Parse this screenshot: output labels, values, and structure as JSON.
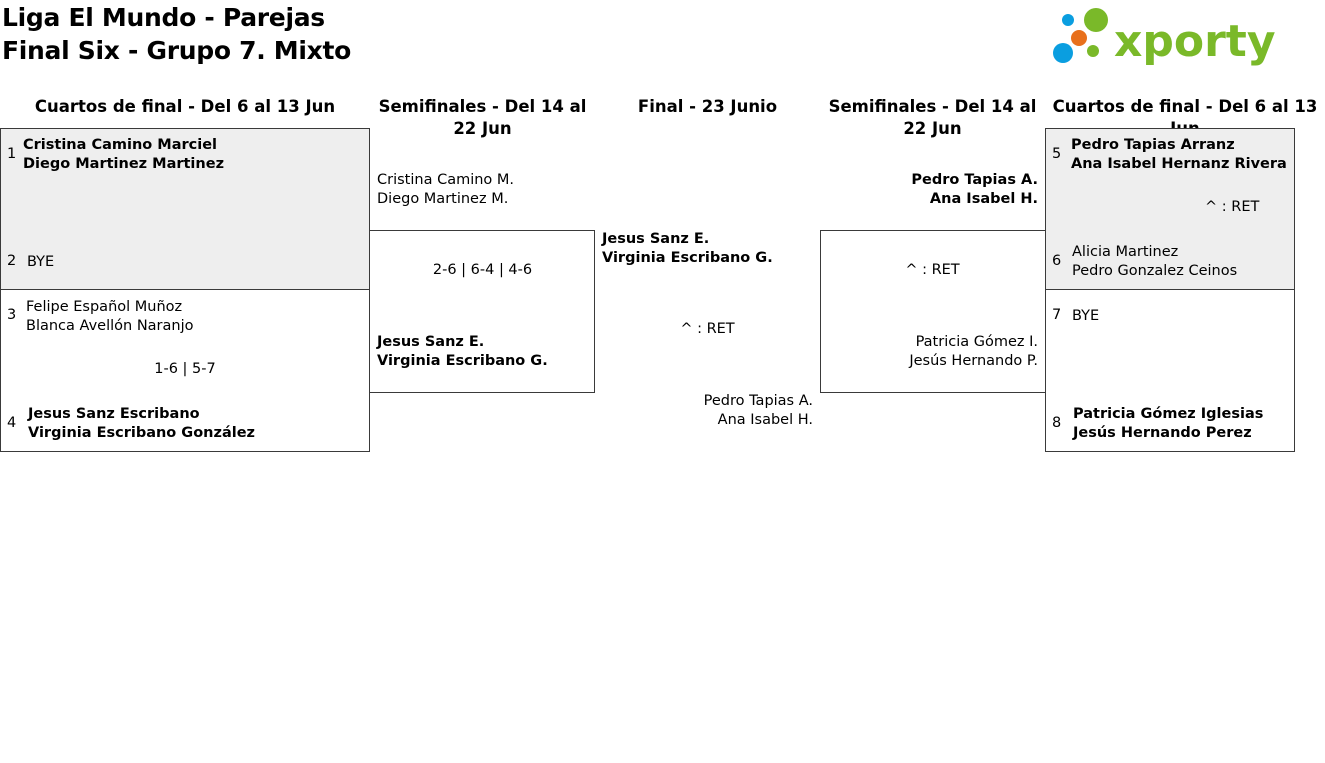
{
  "header": {
    "title_line1": "Liga El Mundo - Parejas",
    "title_line2": "Final Six - Grupo 7. Mixto",
    "logo_text": "xporty"
  },
  "columns": {
    "qf_left": "Cuartos de final - Del 6 al 13 Jun",
    "sf_left": "Semifinales - Del 14 al 22 Jun",
    "final": "Final - 23 Junio",
    "sf_right": "Semifinales - Del 14 al 22 Jun",
    "qf_right": "Cuartos de final - Del 6 al 13 Jun"
  },
  "quarterfinals_left": {
    "match1": {
      "seed_a": "1",
      "team_a_p1": "Cristina Camino Marciel",
      "team_a_p2": "Diego Martinez Martinez",
      "seed_b": "2",
      "team_b": "BYE",
      "score": ""
    },
    "match2": {
      "seed_a": "3",
      "team_a_p1": "Felipe Español Muñoz",
      "team_a_p2": "Blanca Avellón Naranjo",
      "score": "1-6 | 5-7",
      "seed_b": "4",
      "team_b_p1": "Jesus Sanz Escribano",
      "team_b_p2": "Virginia Escribano González"
    }
  },
  "semifinal_left": {
    "team_a_p1": "Cristina Camino M.",
    "team_a_p2": "Diego Martinez M.",
    "score": "2-6 | 6-4 | 4-6",
    "team_b_p1": "Jesus Sanz E.",
    "team_b_p2": "Virginia Escribano G."
  },
  "final": {
    "team_a_p1": "Jesus Sanz E.",
    "team_a_p2": "Virginia Escribano G.",
    "score": "^ : RET",
    "team_b_p1": "Pedro Tapias A.",
    "team_b_p2": "Ana Isabel H."
  },
  "semifinal_right": {
    "team_a_p1": "Pedro Tapias A.",
    "team_a_p2": "Ana Isabel H.",
    "score": "^ : RET",
    "team_b_p1": "Patricia Gómez I.",
    "team_b_p2": "Jesús Hernando P."
  },
  "quarterfinals_right": {
    "match1": {
      "seed_a": "5",
      "team_a_p1": "Pedro Tapias Arranz",
      "team_a_p2": "Ana Isabel Hernanz Rivera",
      "score": "^ : RET",
      "seed_b": "6",
      "team_b_p1": "Alicia Martinez",
      "team_b_p2": "Pedro Gonzalez Ceinos"
    },
    "match2": {
      "seed_a": "7",
      "team_a": "BYE",
      "seed_b": "8",
      "team_b_p1": "Patricia Gómez Iglesias",
      "team_b_p2": "Jesús Hernando Perez"
    }
  },
  "colors": {
    "shaded_box": "#eeeeee",
    "border": "#3a3a3a",
    "logo_green": "#7ab929",
    "logo_blue": "#0a9ee0",
    "logo_orange": "#e8701c"
  }
}
